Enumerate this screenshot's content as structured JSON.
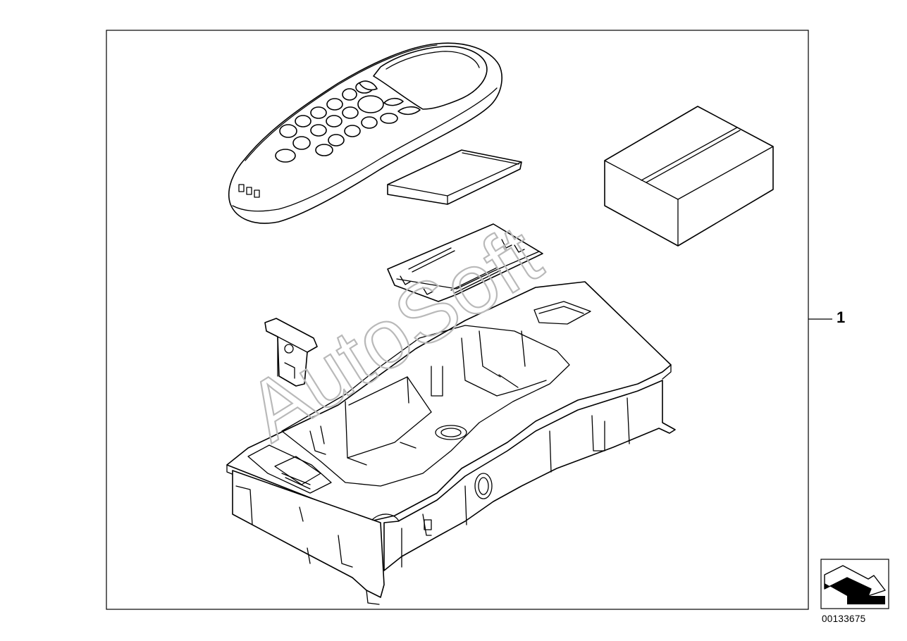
{
  "callouts": [
    {
      "label": "1"
    }
  ],
  "document_number": "00133675",
  "watermark_text": "AutoSoft",
  "icons": {
    "arrow": "arrow-corner-icon"
  },
  "colors": {
    "line": "#000000",
    "background": "#ffffff",
    "watermark": "#b9b9b9"
  }
}
